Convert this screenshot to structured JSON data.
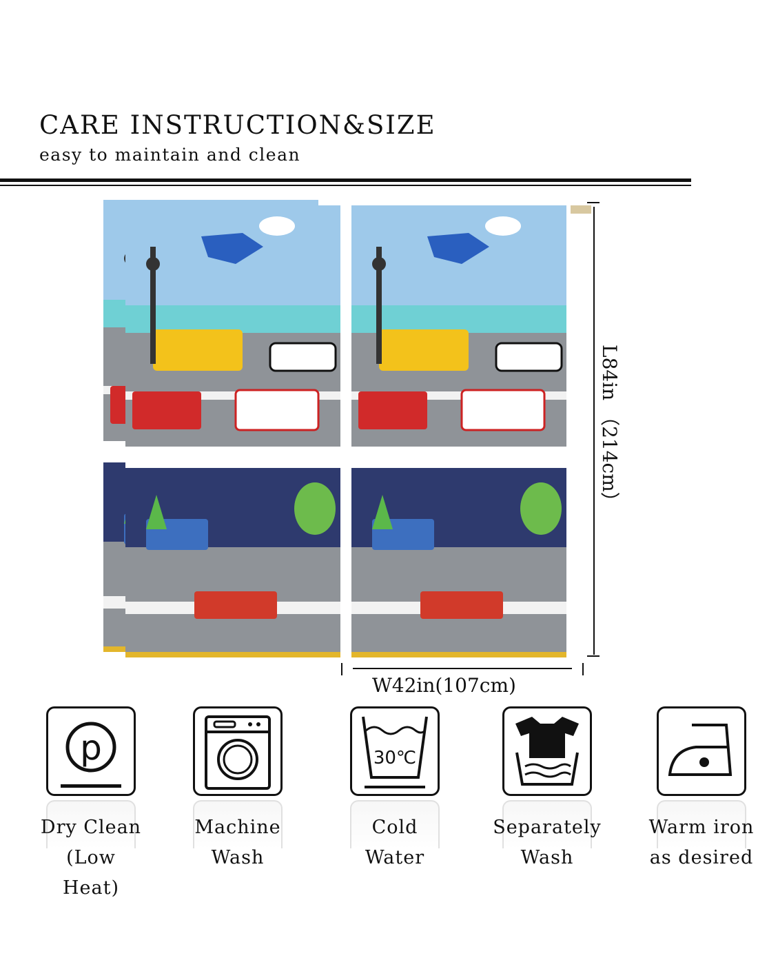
{
  "header": {
    "title": "CARE INSTRUCTION&SIZE",
    "subtitle": "easy to maintain and clean"
  },
  "dimensions": {
    "width_label": "W42in(107cm)",
    "length_label": "L84in （214cm）"
  },
  "care_items": [
    {
      "icon": "dry-clean-icon",
      "line1": "Dry Clean",
      "line2": "(Low Heat)"
    },
    {
      "icon": "machine-wash-icon",
      "line1": "Machine",
      "line2": "Wash"
    },
    {
      "icon": "cold-water-icon",
      "line1": "Cold",
      "line2": "Water",
      "badge": "30℃"
    },
    {
      "icon": "separately-wash-icon",
      "line1": "Separately",
      "line2": "Wash"
    },
    {
      "icon": "warm-iron-icon",
      "line1": "Warm iron",
      "line2": "as desired"
    }
  ],
  "colors": {
    "sky": "#9ec9ea",
    "road": "#8f9398",
    "night": "#2e3a6e",
    "ink": "#111111"
  }
}
